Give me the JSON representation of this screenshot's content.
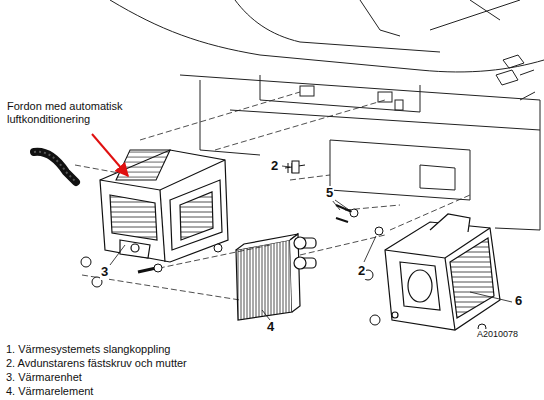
{
  "diagram": {
    "labels": [
      "Fordon med automatisk luftkonditionering",
      "2",
      "5",
      "2",
      "3",
      "4",
      "6",
      "A2010078",
      "1. Värmesystemets slangkoppling",
      "2. Avdunstarens fästskruv och mutter",
      "3. Värmarenhet",
      "4. Värmarelement"
    ]
  }
}
